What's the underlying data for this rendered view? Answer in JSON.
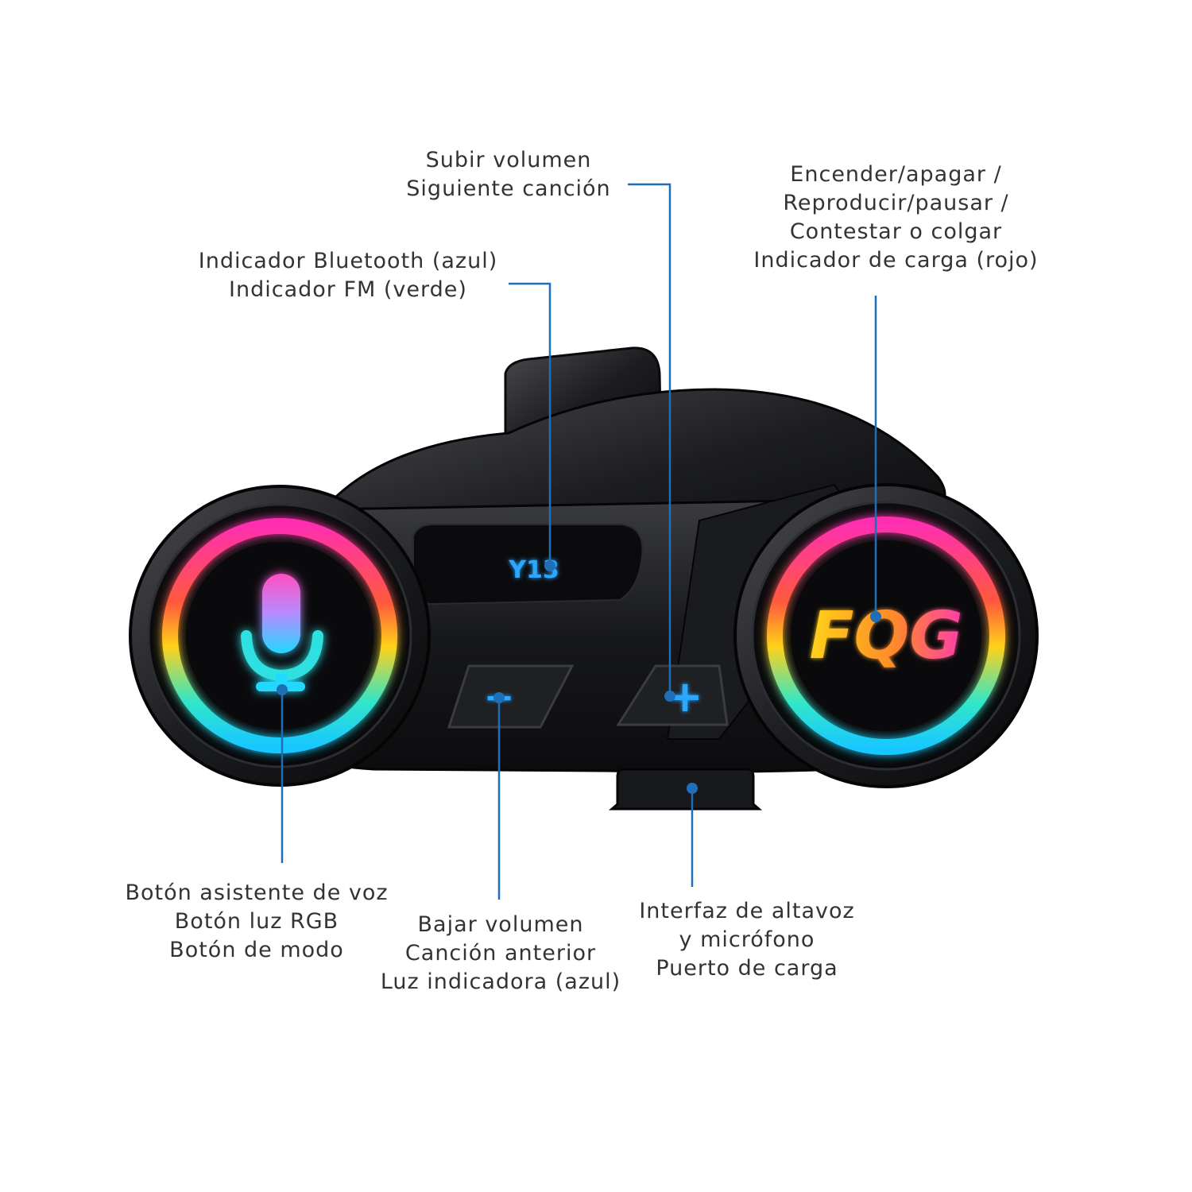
{
  "colors": {
    "leader": "#1f6fb8",
    "text": "#333333",
    "device_body": "#141417",
    "logo_yellow": "#ffd21a",
    "logo_pink": "#ff3fa8"
  },
  "device": {
    "model_text": "Y13",
    "brand_text": "FQG",
    "minus_symbol": "−",
    "plus_symbol": "+"
  },
  "icons": {
    "voice_button": "microphone-icon",
    "rgb_ring": "rgb-ring-light"
  },
  "callouts": {
    "volume_up": [
      "Subir volumen",
      "Siguiente canción"
    ],
    "indicator": [
      "Indicador Bluetooth (azul)",
      "Indicador FM (verde)"
    ],
    "power": [
      "Encender/apagar /",
      "Reproducir/pausar /",
      "Contestar o colgar",
      "Indicador de carga (rojo)"
    ],
    "voice": [
      "Botón asistente de voz",
      "Botón luz RGB",
      "Botón de modo"
    ],
    "volume_down": [
      "Bajar volumen",
      "Canción anterior",
      "Luz indicadora (azul)"
    ],
    "port": [
      "Interfaz de altavoz",
      "y micrófono",
      "Puerto de carga"
    ]
  }
}
